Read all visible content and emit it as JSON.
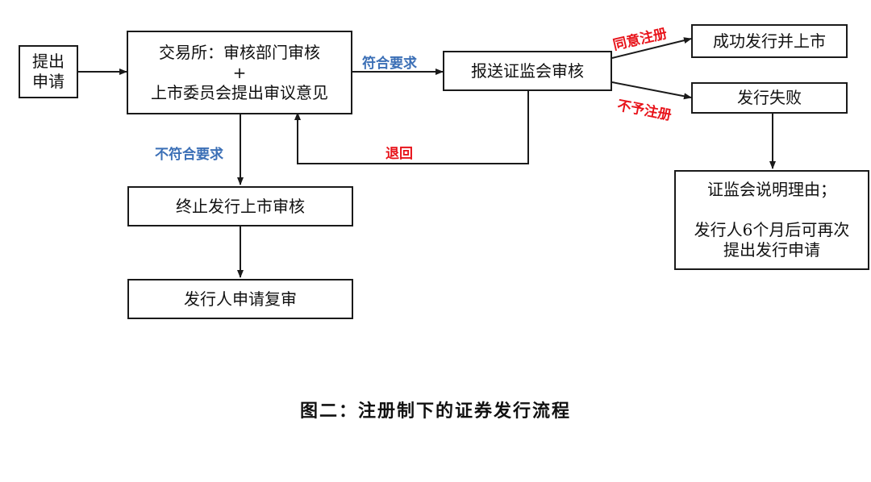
{
  "nodes": {
    "apply": {
      "lines": [
        "提出",
        "申请"
      ]
    },
    "exchange_review": {
      "line1": "交易所：审核部门审核",
      "line2": "+",
      "line3": "上市委员会提出审议意见"
    },
    "csrc_submit": {
      "text": "报送证监会审核"
    },
    "success": {
      "text": "成功发行并上市"
    },
    "fail": {
      "text": "发行失败"
    },
    "terminate": {
      "text": "终止发行上市审核"
    },
    "re_review": {
      "text": "发行人申请复审"
    },
    "csrc_reason": {
      "line1": "证监会说明理由；",
      "line2": "发行人6个月后可再次",
      "line3": "提出发行申请"
    }
  },
  "edge_labels": {
    "meets": "符合要求",
    "not_meets": "不符合要求",
    "return": "退回",
    "approve": "同意注册",
    "reject": "不予注册"
  },
  "colors": {
    "meets": "#3b6fb6",
    "not_meets": "#3b6fb6",
    "return": "#e8141b",
    "approve": "#e8141b",
    "reject": "#e8141b"
  },
  "caption": "图二：注册制下的证券发行流程"
}
